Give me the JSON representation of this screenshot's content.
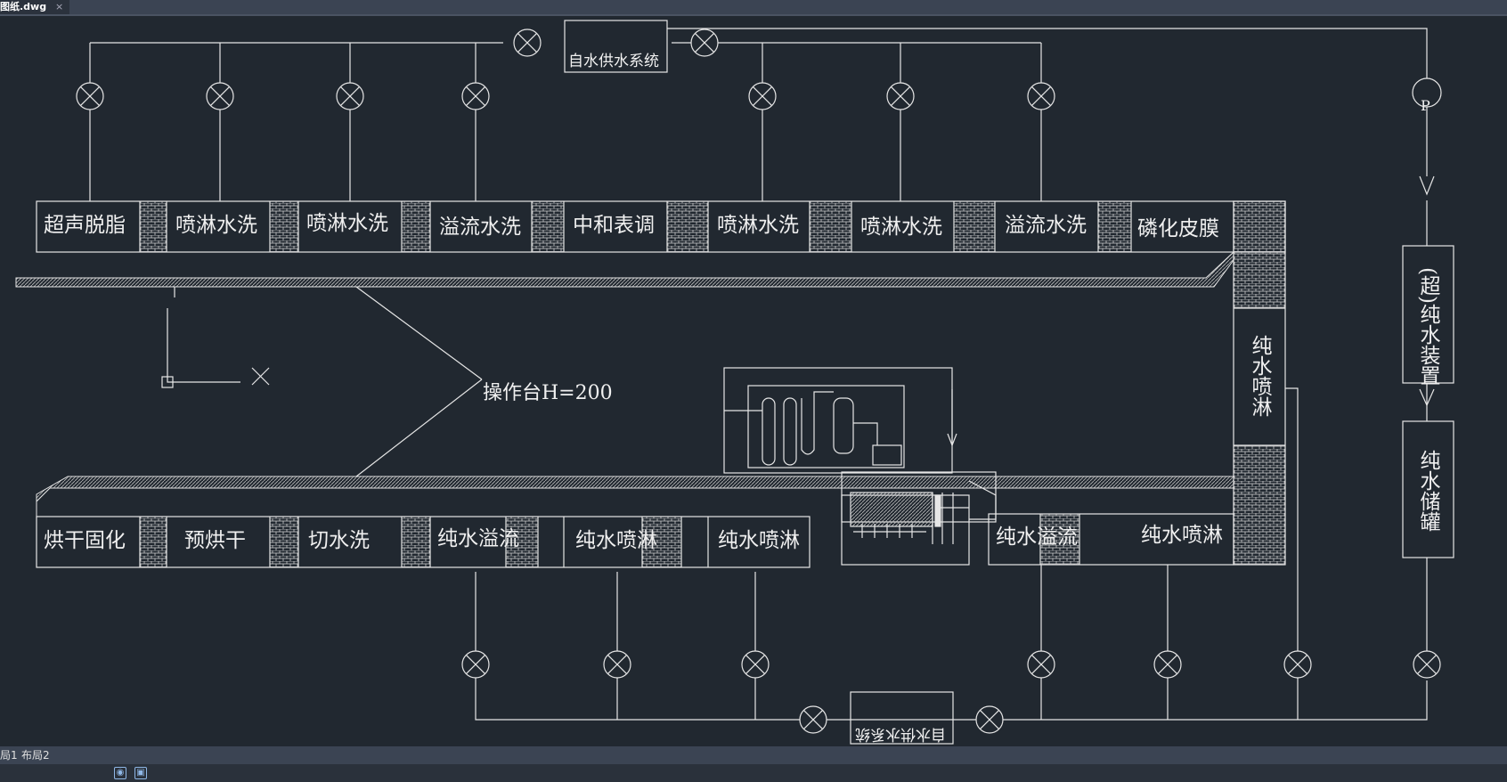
{
  "tab": {
    "title": "图纸.dwg",
    "close": "×"
  },
  "layout_tabs": [
    "局1",
    "布局2"
  ],
  "top_row": [
    "超声脱脂",
    "喷淋水洗",
    "喷淋水洗",
    "溢流水洗",
    "中和表调",
    "喷淋水洗",
    "喷淋水洗",
    "溢流水洗",
    "磷化皮膜"
  ],
  "bottom_row_left": [
    "烘干固化",
    "预烘干",
    "切水洗",
    "纯水溢流",
    "纯水喷淋",
    "纯水喷淋"
  ],
  "bottom_row_right": [
    "纯水溢流",
    "纯水喷淋"
  ],
  "right_vertical": "纯水喷淋",
  "supply_top": "自水供水系统",
  "supply_bottom": "自水供水系统",
  "operator_table": "操作台H=200",
  "pure_device": "(超)纯水装置",
  "pure_tank": "纯水储罐",
  "pump_symbol": "P",
  "colors": {
    "background": "#212830",
    "lines": "#e6e6e6"
  }
}
